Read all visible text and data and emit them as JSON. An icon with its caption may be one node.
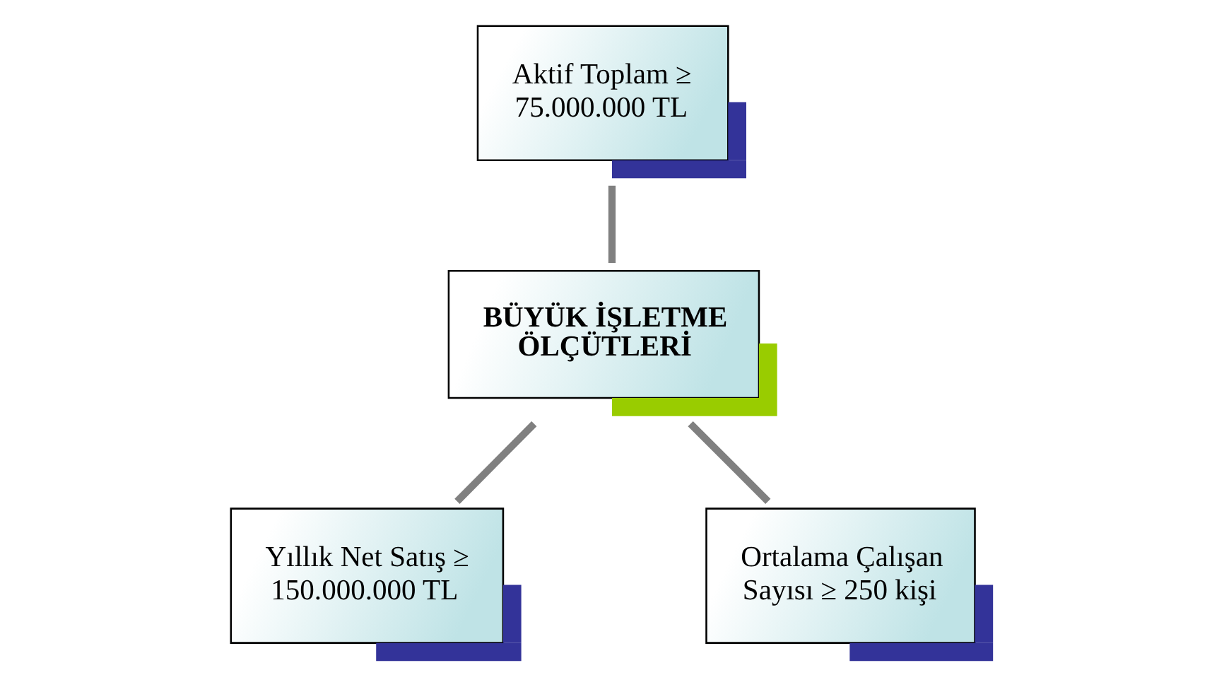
{
  "diagram": {
    "nodes": [
      {
        "text": [
          "Aktif Toplam ≥ 75.000.000 TL"
        ]
      },
      {
        "text": [
          "BÜYÜK İŞLETME ÖLÇÜTLERİ"
        ]
      },
      {
        "text": [
          "Yıllık Net Satış ≥ 150.000.000 TL"
        ]
      },
      {
        "text": [
          "Ortalama Çalışan Sayısı ≥ 250 kişi"
        ]
      }
    ],
    "edges": [
      {
        "from": 1,
        "to": 0,
        "arrow": "none"
      },
      {
        "from": 1,
        "to": 2,
        "arrow": "none"
      },
      {
        "from": 1,
        "to": 3,
        "arrow": "none"
      }
    ]
  }
}
